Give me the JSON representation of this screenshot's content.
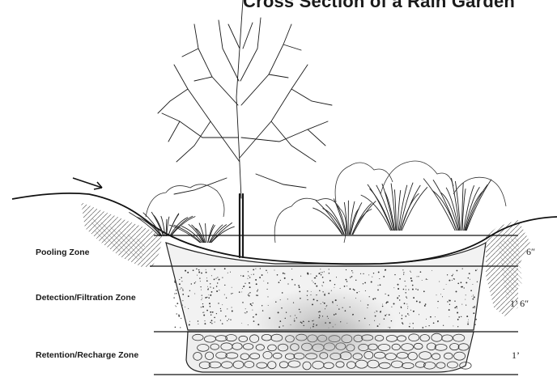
{
  "title": "Cross Section of a Rain Garden",
  "zones": [
    {
      "name": "Pooling Zone",
      "depth": "6″"
    },
    {
      "name": "Detection/Filtration Zone",
      "depth": "1’ 6″"
    },
    {
      "name": "Retention/Recharge Zone",
      "depth": "1’"
    }
  ]
}
